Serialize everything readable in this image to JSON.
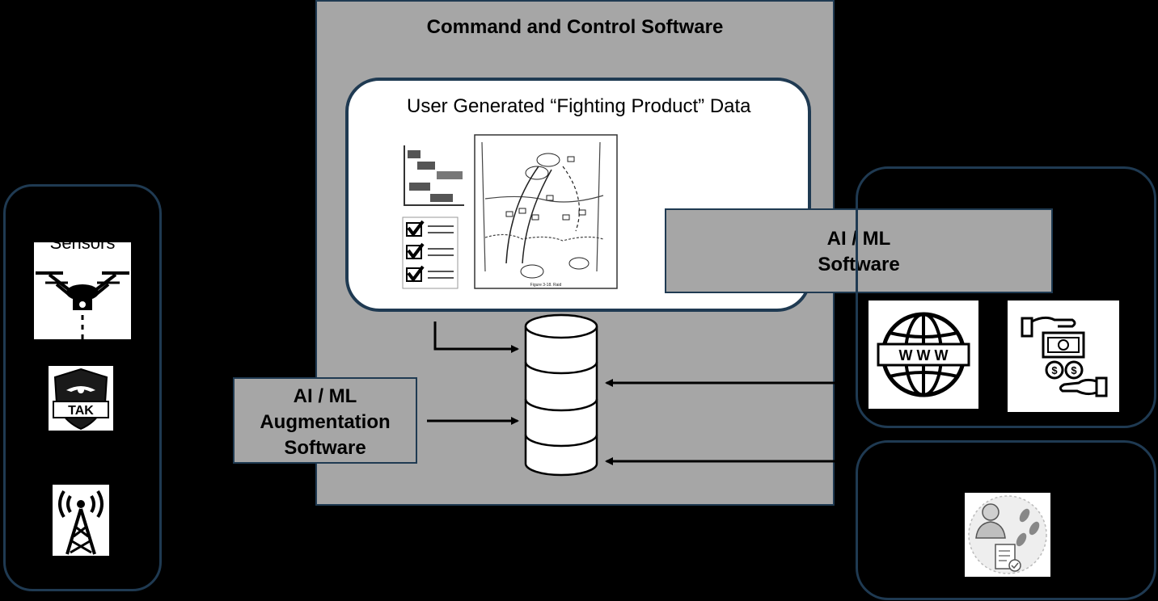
{
  "c2": {
    "title": "Command and Control Software"
  },
  "user_data": {
    "title": "User Generated “Fighting Product” Data",
    "chart_icon": "gantt-chart-icon",
    "checklist_icon": "checklist-icon",
    "map_icon": "tactical-map-sketch",
    "map_caption": "Figure 3-18. Raid"
  },
  "ai_ml": {
    "line1": "AI / ML",
    "line2": "Software"
  },
  "ai_ml_aug": {
    "line1": "AI / ML",
    "line2": "Augmentation",
    "line3": "Software"
  },
  "sensors": {
    "label": "Sensors",
    "drone_icon": "drone-icon",
    "tak_icon": "tak-shield-icon",
    "tak_text": "TAK",
    "tower_icon": "radio-tower-icon"
  },
  "external": {
    "www_icon": "www-globe-icon",
    "www_letters": "W W W",
    "finance_icon": "money-transfer-icon",
    "personnel_icon": "personnel-report-icon"
  },
  "database_icon": "database-cylinder-icon",
  "colors": {
    "background": "#000000",
    "panel_border": "#1f3a52",
    "gray_fill": "#a6a6a6",
    "white": "#ffffff"
  }
}
